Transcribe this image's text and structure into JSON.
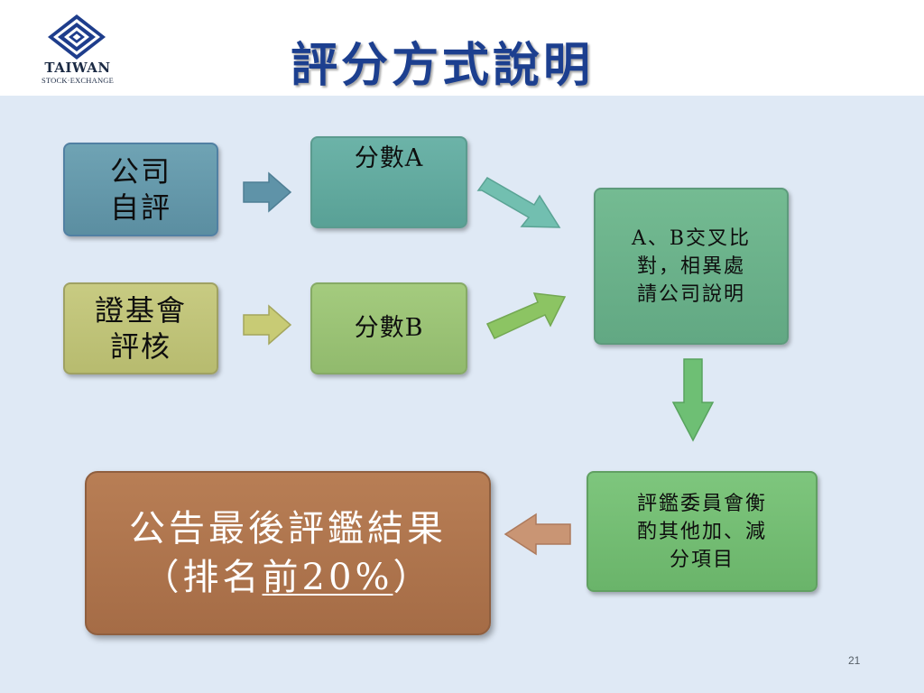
{
  "header": {
    "logo": {
      "name": "TAIWAN",
      "sub": "STOCK·EXCHANGE",
      "icon": "twse-diamond-icon"
    },
    "title": "評分方式說明"
  },
  "diagram": {
    "self_eval": {
      "lines": [
        "公司",
        "自評"
      ]
    },
    "review": {
      "lines": [
        "證基會",
        "評核"
      ]
    },
    "score_a": {
      "label": "分數A"
    },
    "score_b": {
      "label": "分數B"
    },
    "cross_check": {
      "lines": [
        "A、B交叉比",
        "對，相異處",
        "請公司說明"
      ]
    },
    "panel": {
      "lines": [
        "評鑑委員會衡",
        "酌其他加、減",
        "分項目"
      ]
    },
    "result": {
      "line1": "公告最後評鑑結果",
      "line2_prefix": "（排名",
      "line2_highlight": "前20%",
      "line2_suffix": "）"
    }
  },
  "colors": {
    "title": "#1c3f8f",
    "background": "#dfe9f5",
    "self_eval": "#6fa3b4",
    "review": "#c8cb82",
    "score_a": "#6cb3a8",
    "score_b": "#a4cb7e",
    "cross_check": "#74bb92",
    "panel": "#7ec67d",
    "result": "#b87e55"
  },
  "slide_number": "21"
}
